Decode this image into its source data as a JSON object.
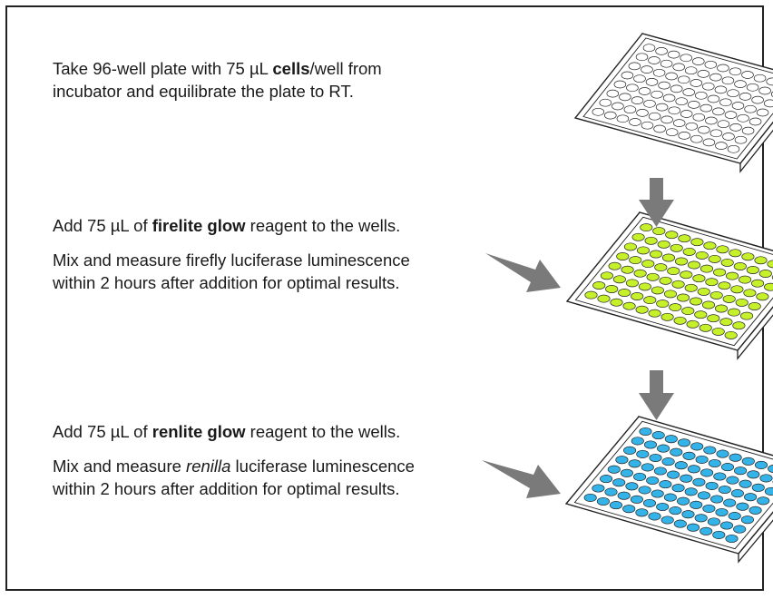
{
  "steps": [
    {
      "line1_pre": "Take 96-well plate with 75 µL ",
      "line1_bold": "cells",
      "line1_post": "/well from",
      "line2": "incubator and equilibrate the plate to RT.",
      "plate_fill": "#ffffff"
    },
    {
      "reagent_pre": "Add 75 µL of ",
      "reagent_bold": "firelite glow",
      "reagent_post": " reagent to the wells.",
      "measure_line1": "Mix and measure firefly luciferase luminescence",
      "measure_line2": "within 2 hours after addition for optimal results.",
      "plate_fill": "#c6f02a"
    },
    {
      "reagent_pre": "Add 75 µL of ",
      "reagent_bold": "renlite glow",
      "reagent_post": " reagent to the wells.",
      "measure_pre": "Mix and measure ",
      "measure_italic": "renilla",
      "measure_post": " luciferase luminescence",
      "measure_line2": "within 2 hours after addition for optimal results.",
      "plate_fill": "#34b3e8"
    }
  ],
  "colors": {
    "arrow": "#7a7a7a",
    "plate_outline": "#222222",
    "border": "#222222"
  },
  "icons": [
    "plate-empty-icon",
    "plate-firelite-icon",
    "plate-renlite-icon",
    "arrow-down-icon",
    "arrow-diagonal-icon"
  ]
}
